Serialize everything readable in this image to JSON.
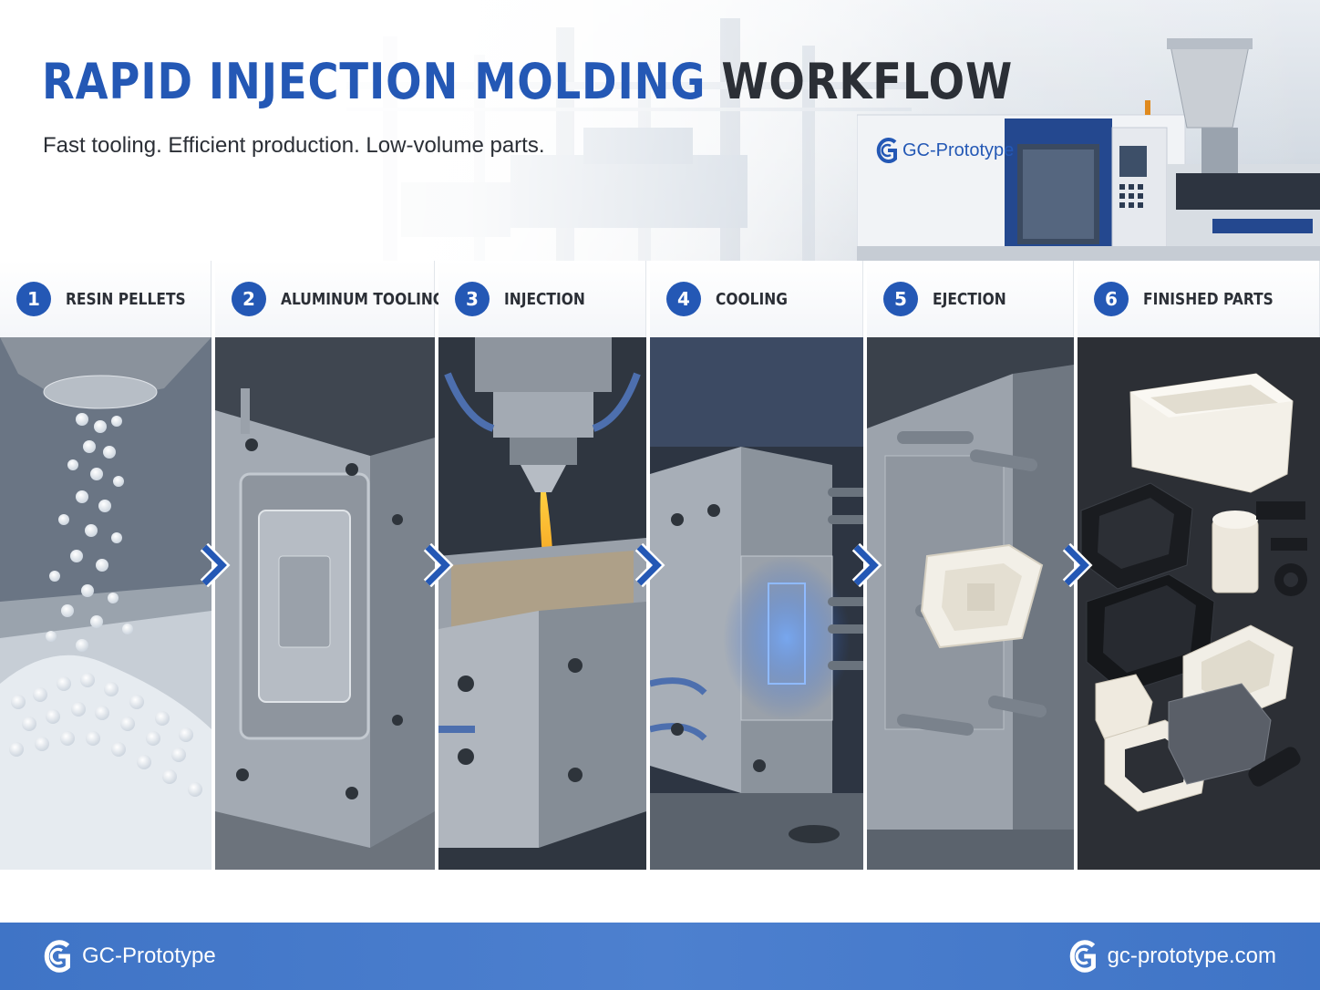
{
  "header": {
    "title_accent": "RAPID INJECTION MOLDING",
    "title_rest": "WORKFLOW",
    "subtitle": "Fast tooling. Efficient production. Low-volume parts.",
    "machine_brand": "GC-Prototype"
  },
  "steps": [
    {
      "number": "1",
      "label": "RESIN PELLETS"
    },
    {
      "number": "2",
      "label": "ALUMINUM TOOLING"
    },
    {
      "number": "3",
      "label": "INJECTION"
    },
    {
      "number": "4",
      "label": "COOLING"
    },
    {
      "number": "5",
      "label": "EJECTION"
    },
    {
      "number": "6",
      "label": "FINISHED PARTS"
    }
  ],
  "footer": {
    "brand": "GC-Prototype",
    "url": "gc-prototype.com"
  },
  "colors": {
    "accent_blue": "#2458b5",
    "dark_text": "#2b2f36",
    "footer_blue": "#4a7dcc"
  },
  "icons": [
    "gc-logo-icon",
    "chevron-right-icon"
  ]
}
